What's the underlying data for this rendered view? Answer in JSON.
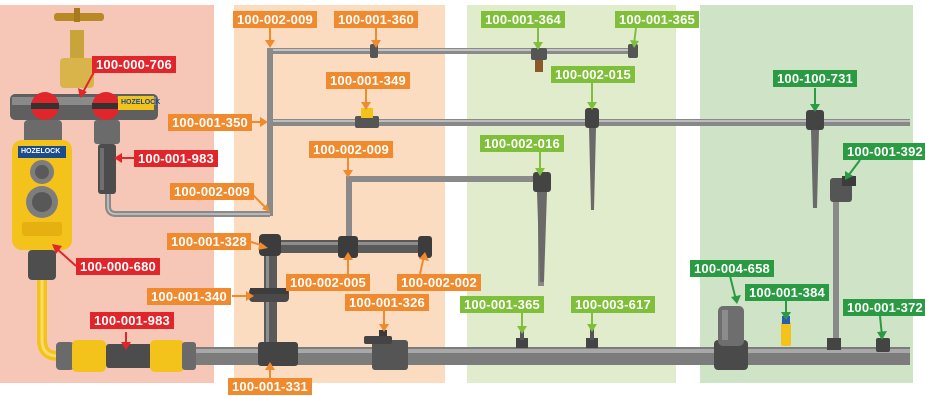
{
  "colors": {
    "zone_red": "#f6c7b6",
    "zone_orange": "#fbdcc0",
    "zone_lightgreen": "#e1eccc",
    "zone_darkgreen": "#cfe3c6",
    "label_red": "#e0262b",
    "label_orange": "#ef8a2e",
    "label_lightgreen": "#7fbf3a",
    "label_darkgreen": "#2a9a43",
    "pipe": "#808080",
    "hozelock_yellow": "#f3c21b"
  },
  "brand_text": "HOZELOCK",
  "labels": {
    "tap_connector": "100-000-706",
    "tap_filter": "100-001-983",
    "timer": "100-000-680",
    "hose_connector": "100-001-983",
    "elbow_top": "100-002-009",
    "tube_joiner_top": "100-001-360",
    "tee_main": "100-001-350",
    "valve_top": "100-001-349",
    "elbow_lower": "100-002-009",
    "elbow_mid": "100-002-009",
    "elbow_left": "100-001-328",
    "pipe_clip": "100-001-340",
    "tee_mid": "100-002-005",
    "end_cap": "100-002-002",
    "valve_main": "100-001-326",
    "tee_bottom": "100-001-331",
    "dripper_adjustable": "100-001-364",
    "dripper_end": "100-001-365",
    "stake_riser": "100-002-015",
    "elbow_riser": "100-002-016",
    "dripper_inline": "100-001-365",
    "mini_sprayer": "100-003-617",
    "micro_stake": "100-100-731",
    "sprinkler_head": "100-001-392",
    "pressure_reducer": "100-004-658",
    "flow_valve": "100-001-384",
    "end_plug": "100-001-372"
  }
}
